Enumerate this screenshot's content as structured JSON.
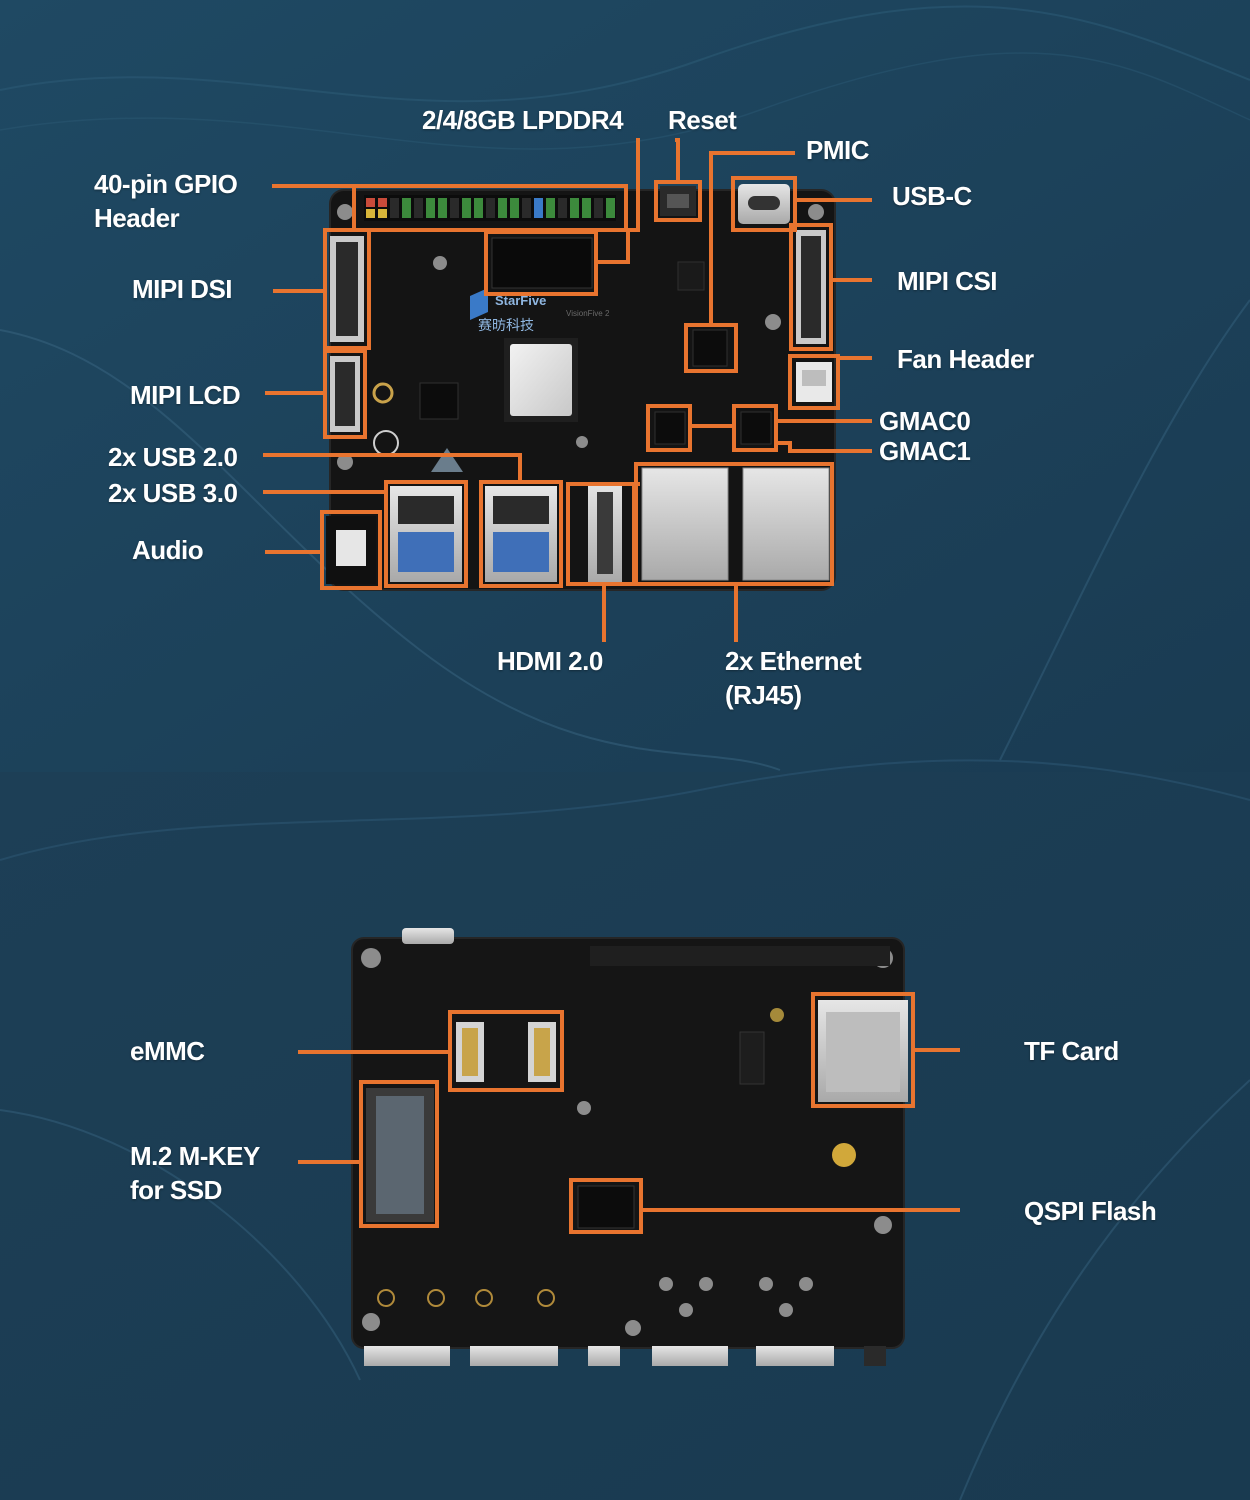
{
  "colors": {
    "background_top": "#1d4259",
    "background_bottom": "#1b3b52",
    "callout": "#e8742f",
    "label_text": "#ffffff",
    "pcb": "#141414"
  },
  "top_board": {
    "labels": {
      "gpio_line1": "40-pin GPIO",
      "gpio_line2": "Header",
      "lpddr4": "2/4/8GB LPDDR4",
      "reset": "Reset",
      "pmic": "PMIC",
      "usb_c": "USB-C",
      "mipi_dsi": "MIPI DSI",
      "mipi_csi": "MIPI CSI",
      "fan_header": "Fan Header",
      "mipi_lcd": "MIPI LCD",
      "gmac0": "GMAC0",
      "gmac1": "GMAC1",
      "usb20": "2x USB 2.0",
      "usb30": "2x USB 3.0",
      "audio": "Audio",
      "hdmi": "HDMI 2.0",
      "ethernet_line1": "2x Ethernet",
      "ethernet_line2": "(RJ45)"
    },
    "silkscreen": {
      "brand": "StarFive",
      "brand_cn": "赛昉科技",
      "model": "VisionFive 2"
    }
  },
  "bottom_board": {
    "labels": {
      "emmc": "eMMC",
      "tf_card": "TF Card",
      "m2_line1": "M.2 M-KEY",
      "m2_line2": "for SSD",
      "qspi": "QSPI Flash"
    }
  }
}
